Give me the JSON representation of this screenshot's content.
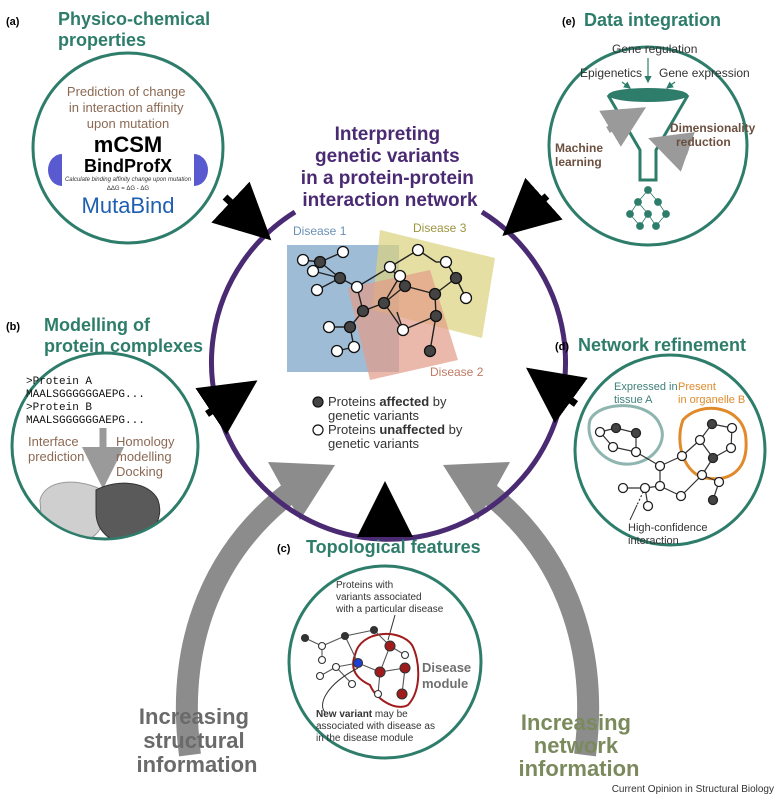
{
  "center": {
    "title_lines": [
      "Interpreting",
      "genetic variants",
      "in a protein-protein",
      "interaction network"
    ],
    "disease_labels": [
      "Disease 1",
      "Disease 3",
      "Disease 2"
    ],
    "legend": {
      "affected_parts": [
        "Proteins ",
        "affected",
        " by",
        "genetic variants"
      ],
      "unaffected_parts": [
        "Proteins ",
        "unaffected",
        " by",
        "genetic variants"
      ]
    }
  },
  "panel_a": {
    "letter": "(a)",
    "title_lines": [
      "Physico-chemical",
      "properties"
    ],
    "caption_lines": [
      "Prediction of change",
      "in interaction affinity",
      "upon mutation"
    ],
    "tools": [
      "mCSM",
      "BindProfX",
      "MutaBind"
    ],
    "small_text": "Calculate binding affinity change upon mutation",
    "formula": "ΔΔG = ΔG - ΔG"
  },
  "panel_b": {
    "letter": "(b)",
    "title_lines": [
      "Modelling of",
      "protein complexes"
    ],
    "sequences": [
      ">Protein A",
      "MAALSGGGGGGAEPG...",
      ">Protein B",
      "MAALSGGGGGGAEPG..."
    ],
    "labels": [
      "Interface",
      "prediction",
      "Homology",
      "modelling",
      "Docking"
    ]
  },
  "panel_c": {
    "letter": "(c)",
    "title": "Topological features",
    "caption_lines": [
      "Proteins with",
      "variants associated",
      "with a particular disease"
    ],
    "module_label": [
      "Disease",
      "module"
    ],
    "variant_parts": [
      "New variant",
      " may be",
      "associated with disease as",
      "in the disease module"
    ]
  },
  "panel_d": {
    "letter": "(d)",
    "title": "Network refinement",
    "labels": [
      "Expressed in",
      "tissue A",
      "Present",
      "in organelle B",
      "High-confidence",
      "interaction"
    ]
  },
  "panel_e": {
    "letter": "(e)",
    "title": "Data integration",
    "labels": [
      "Gene regulation",
      "Epigenetics",
      "Gene expression",
      "Machine",
      "learning",
      "Dimensionality",
      "reduction"
    ]
  },
  "bottom": {
    "left_lines": [
      "Increasing",
      "structural",
      "information"
    ],
    "right_lines": [
      "Increasing",
      "network",
      "information"
    ],
    "credit": "Current Opinion in Structural Biology"
  },
  "colors": {
    "teal": "#2e7d6b",
    "purple": "#4a2a73",
    "brown": "#8b6a55",
    "orange": "#e08a2c",
    "disease1": "#7fa6c9",
    "disease2": "#e39b87",
    "disease3": "#dcd27e",
    "red": "#a01c1c",
    "blue_text": "#1f5fb0",
    "arrow_gray": "#8c8c8c"
  }
}
